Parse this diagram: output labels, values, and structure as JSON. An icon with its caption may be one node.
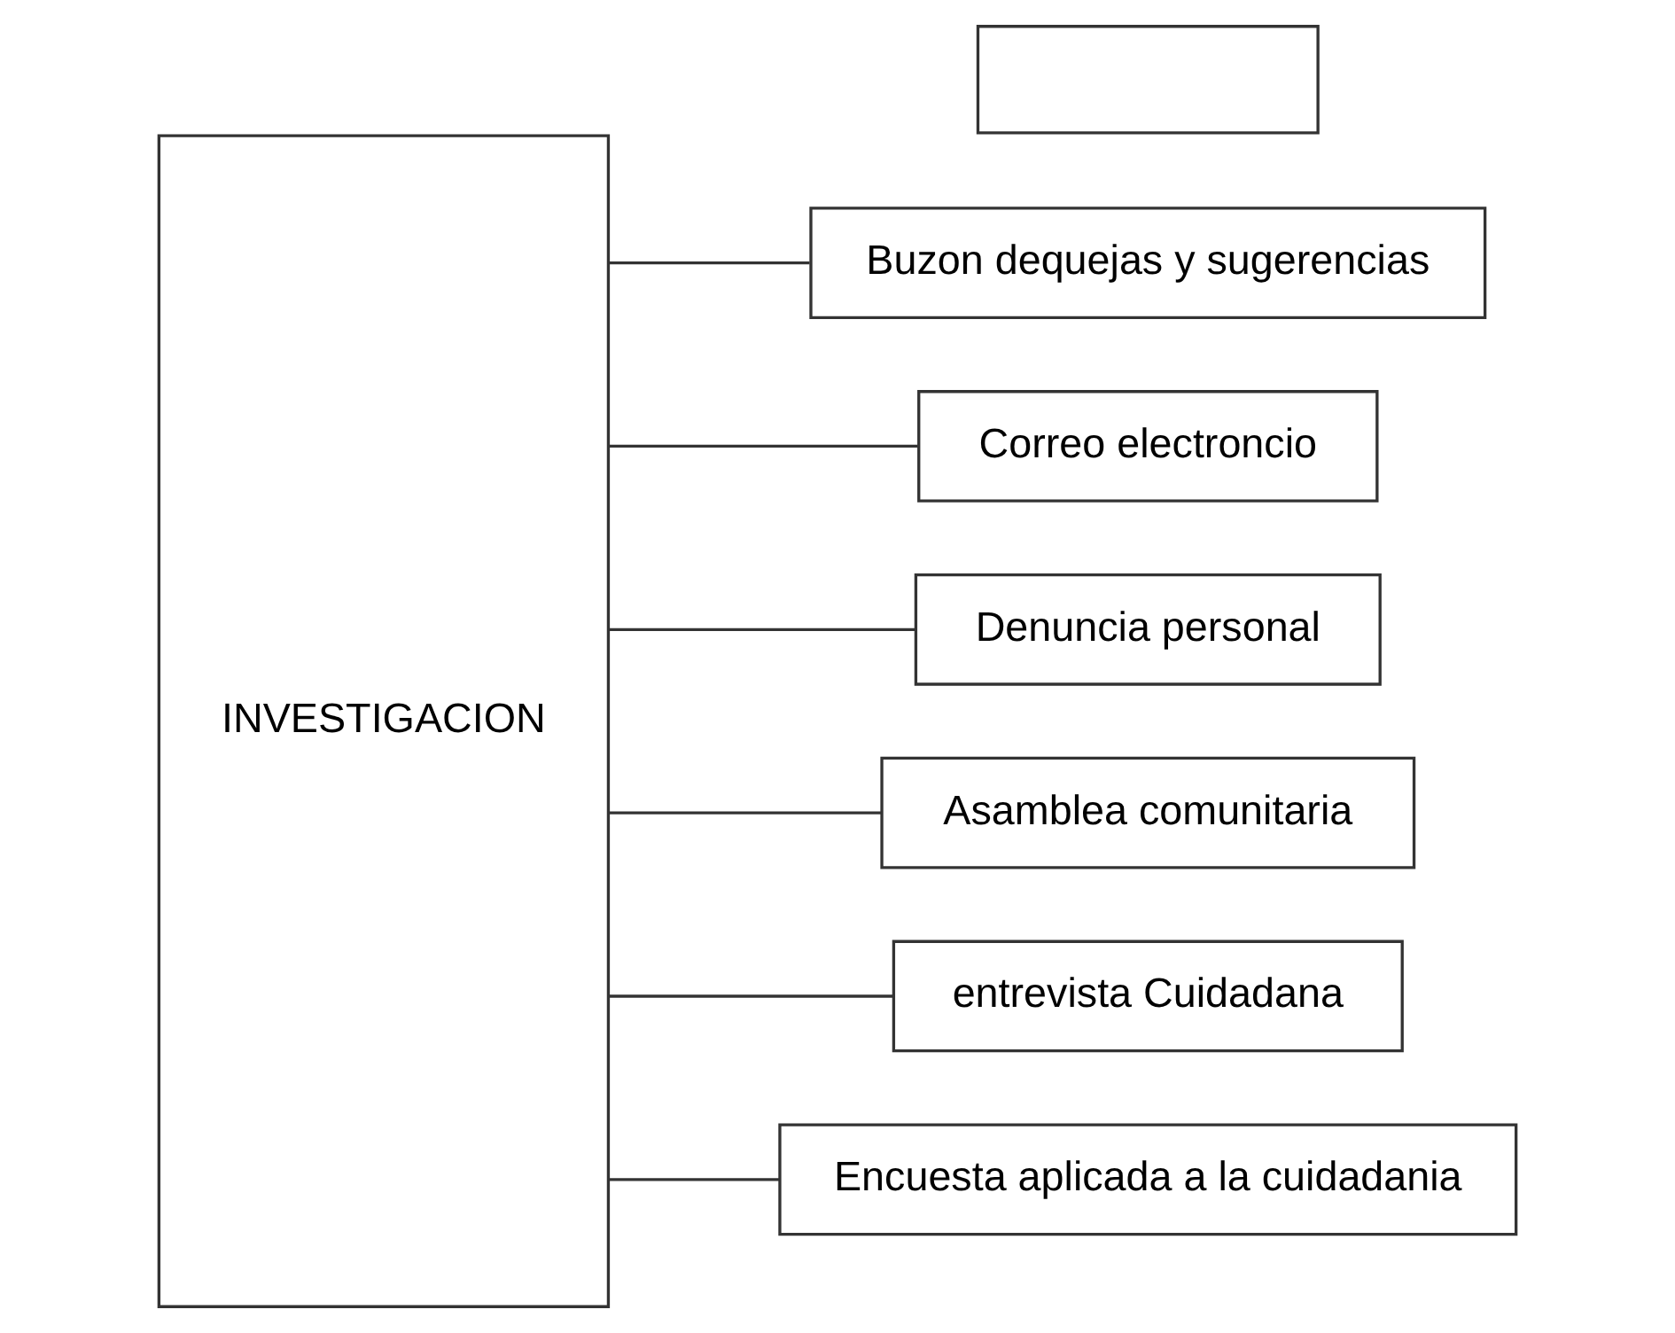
{
  "diagram": {
    "nodes": [
      {
        "text": [
          "INVESTIGACION"
        ]
      },
      {
        "text": [
          "Buzon dequejas y sugerencias"
        ]
      },
      {
        "text": [
          "Correo electroncio"
        ]
      },
      {
        "text": [
          "Denuncia personal"
        ]
      },
      {
        "text": [
          "Asamblea comunitaria"
        ]
      },
      {
        "text": [
          "entrevista Cuidadana"
        ]
      },
      {
        "text": [
          "Encuesta aplicada a la cuidadania"
        ]
      },
      {
        "text": [],
        "shape": "box"
      }
    ],
    "edges": [
      {
        "from": 0,
        "to": 1,
        "arrow": "none"
      },
      {
        "from": 0,
        "to": 2,
        "arrow": "none"
      },
      {
        "from": 0,
        "to": 3,
        "arrow": "none"
      },
      {
        "from": 0,
        "to": 4,
        "arrow": "none"
      },
      {
        "from": 0,
        "to": 5,
        "arrow": "none"
      },
      {
        "from": 0,
        "to": 6,
        "arrow": "none"
      }
    ]
  }
}
